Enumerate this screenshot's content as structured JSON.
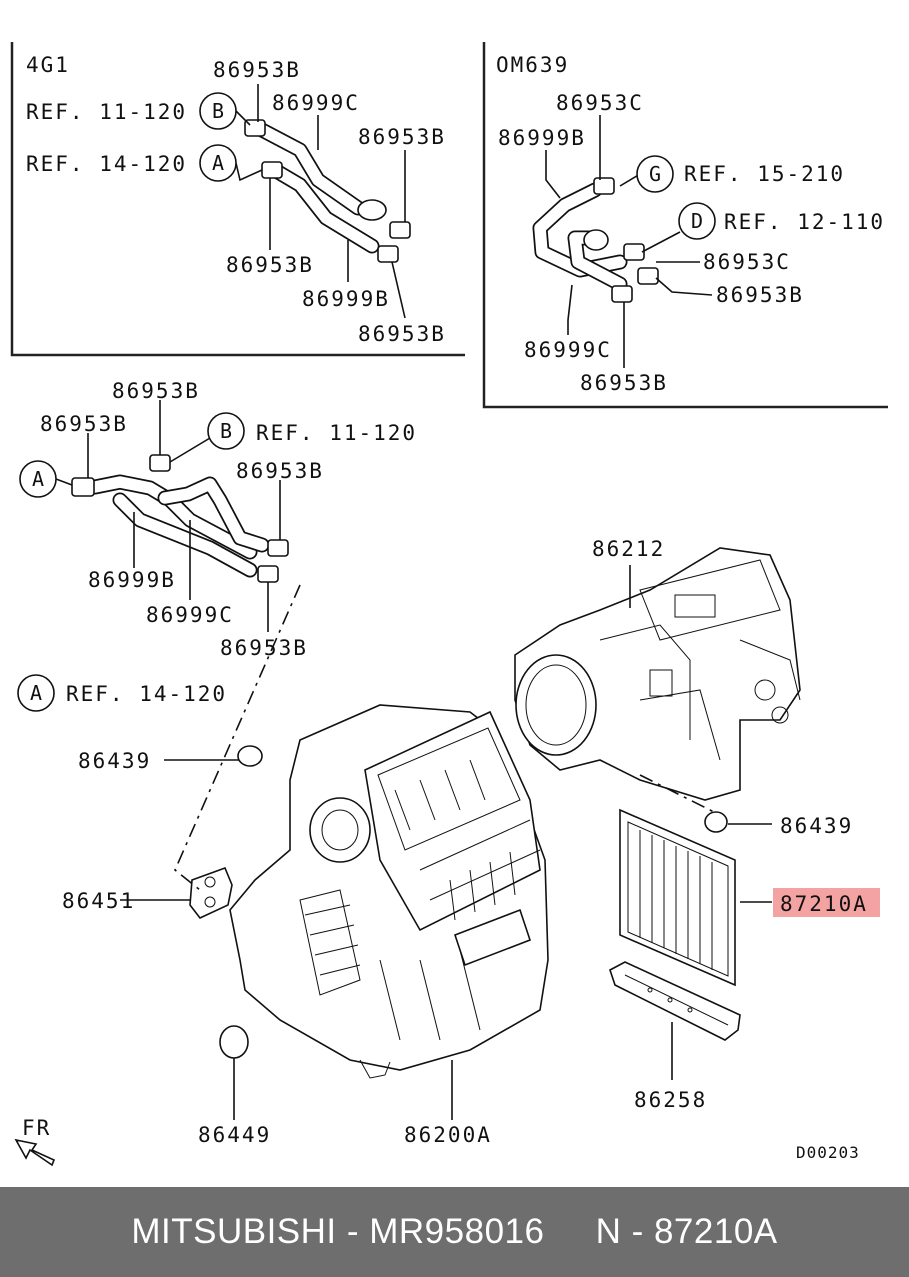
{
  "panels": {
    "variant_a": "4G1",
    "variant_b": "OM639"
  },
  "refs": {
    "b_11_120": "REF. 11-120",
    "a_14_120": "REF. 14-120",
    "g_15_210": "REF. 15-210",
    "d_12_110": "REF. 12-110"
  },
  "circle_letters": {
    "a": "A",
    "b": "B",
    "g": "G",
    "d": "D"
  },
  "parts": {
    "clamp_b": "86953B",
    "clamp_c": "86953C",
    "hose_b": "86999B",
    "hose_c": "86999C",
    "housing_upper": "86212",
    "grommet_439": "86439",
    "gasket_451": "86451",
    "grommet_449": "86449",
    "heater_unit": "86200A",
    "filter": "87210A",
    "filter_cover": "86258"
  },
  "highlight_color": "#f4a3a3",
  "direction": "FR",
  "drawing_code": "D00203",
  "footer": {
    "brand": "MITSUBISHI",
    "part_number": "MR958016",
    "ref": "N - 87210A",
    "line": "MITSUBISHI - MR958016     N - 87210A"
  }
}
